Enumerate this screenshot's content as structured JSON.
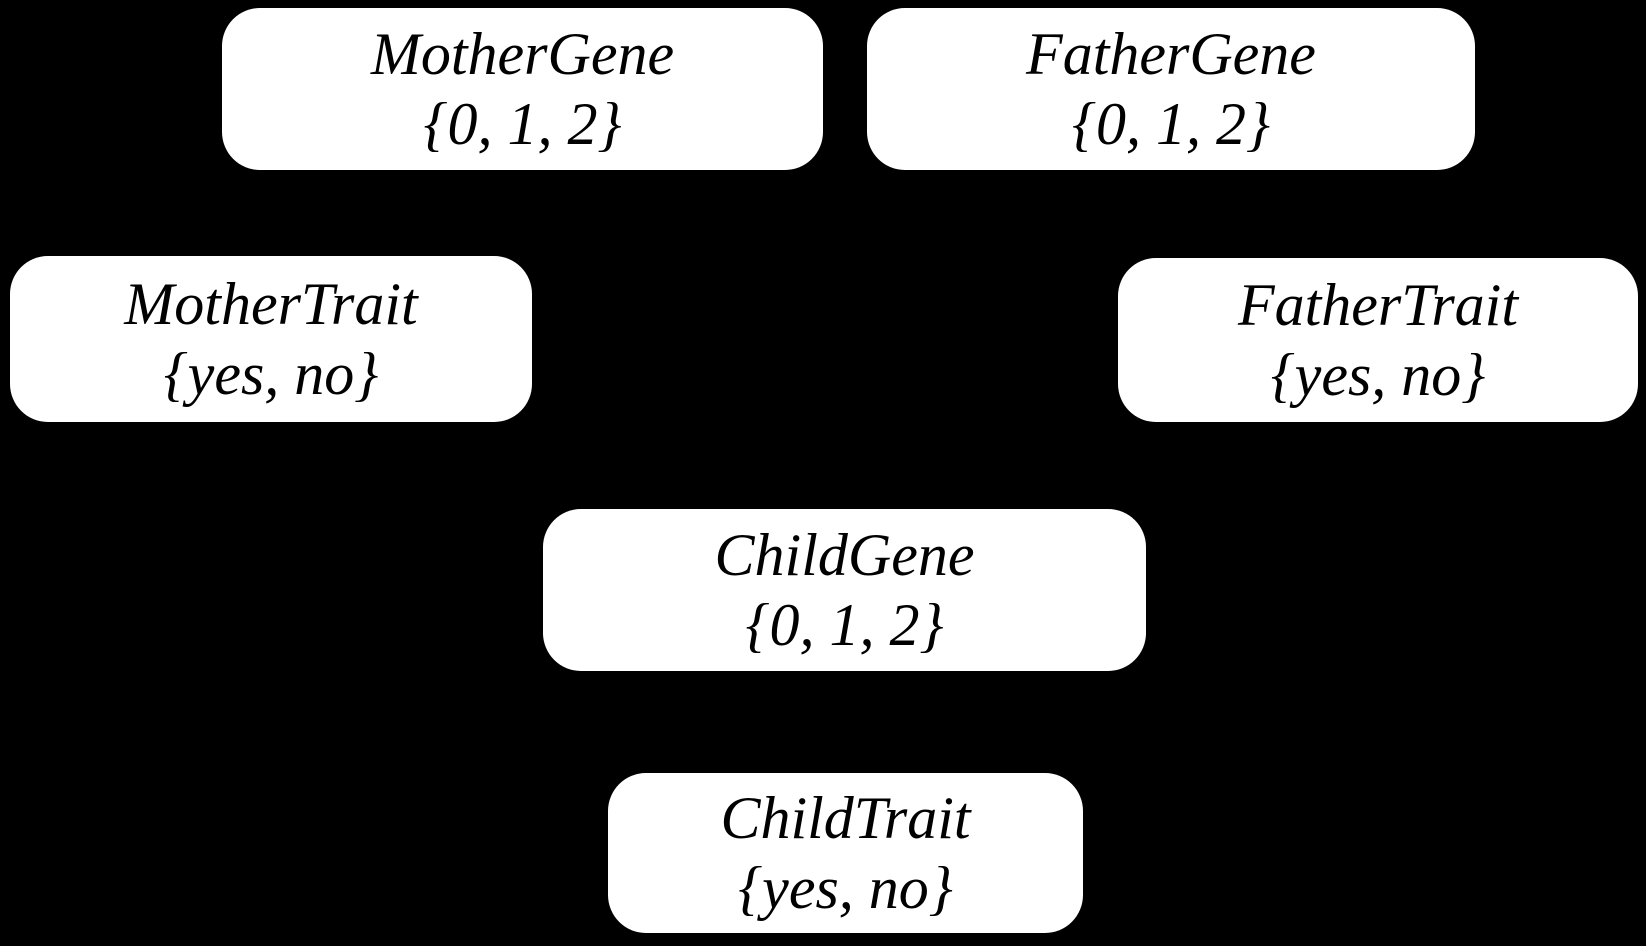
{
  "diagram": {
    "title": "bayesian-network-genetic-inheritance",
    "background_color": "#000000",
    "node_fill_color": "#ffffff",
    "node_text_color": "#000000"
  },
  "nodes": [
    {
      "id": "mother-gene",
      "label": "MotherGene",
      "values": "{0, 1, 2}"
    },
    {
      "id": "father-gene",
      "label": "FatherGene",
      "values": "{0, 1, 2}"
    },
    {
      "id": "mother-trait",
      "label": "MotherTrait",
      "values": "{yes, no}"
    },
    {
      "id": "father-trait",
      "label": "FatherTrait",
      "values": "{yes, no}"
    },
    {
      "id": "child-gene",
      "label": "ChildGene",
      "values": "{0, 1, 2}"
    },
    {
      "id": "child-trait",
      "label": "ChildTrait",
      "values": "{yes, no}"
    }
  ]
}
